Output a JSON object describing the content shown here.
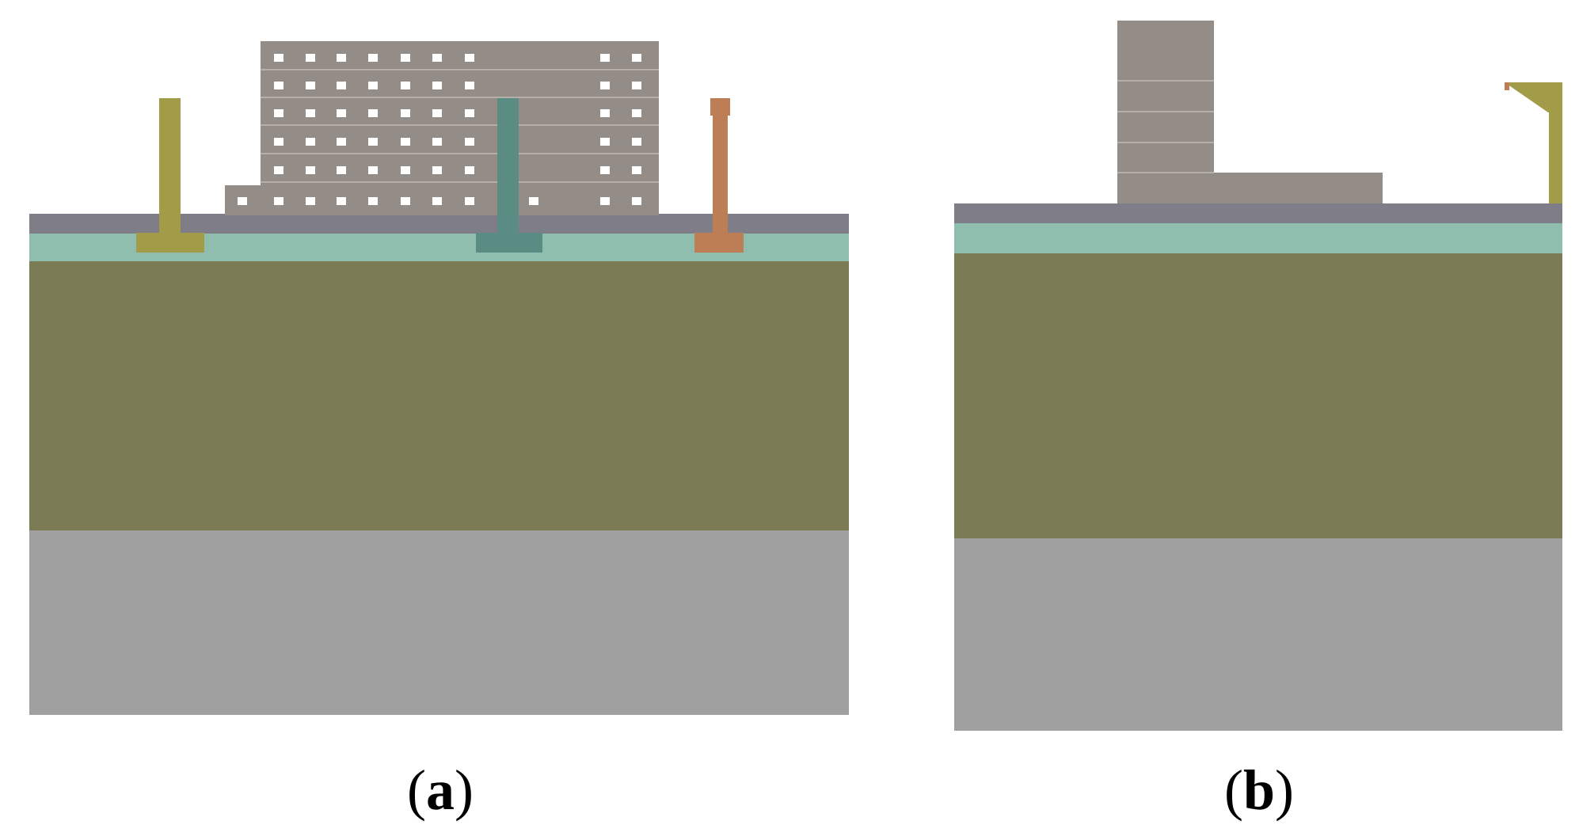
{
  "panels": [
    {
      "id": "a",
      "label": "a"
    },
    {
      "id": "b",
      "label": "b"
    }
  ],
  "colors": {
    "substrate": "#a0a0a0",
    "epi_layer": "#7b7c55",
    "channel_layer": "#8fbdae",
    "passivation": "#7e7d88",
    "building": "#938c87",
    "window": "#ffffff",
    "source_contact": "#a29b48",
    "gate_contact": "#5b8c83",
    "drain_contact": "#bd7e55"
  }
}
